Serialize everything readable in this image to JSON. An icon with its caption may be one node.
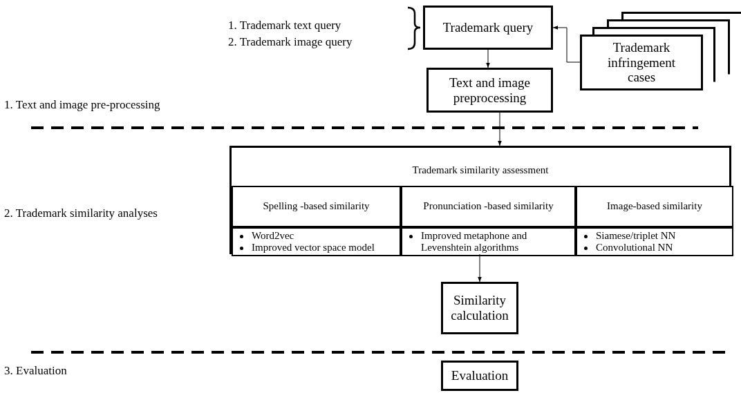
{
  "diagram": {
    "nodes": [
      {
        "text": [
          "Trademark query"
        ]
      },
      {
        "text": [
          "Trademark infringement cases"
        ]
      },
      {
        "text": [
          "Text and image preprocessing"
        ]
      },
      {
        "text": [
          "Trademark similarity assessment"
        ]
      },
      {
        "text": [
          "Spelling -based similarity"
        ],
        "in": 3
      },
      {
        "text": [
          "Pronunciation -based similarity"
        ],
        "in": 3
      },
      {
        "text": [
          "Image-based similarity"
        ],
        "in": 3
      },
      {
        "text": [
          "Word2vec",
          "Improved vector space model"
        ],
        "in": 3
      },
      {
        "text": [
          "Improved metaphone and Levenshtein algorithms"
        ],
        "in": 3
      },
      {
        "text": [
          "Siamese/triplet NN",
          "Convolutional NN"
        ],
        "in": 3
      },
      {
        "text": [
          "Similarity calculation"
        ]
      },
      {
        "text": [
          "Evaluation"
        ]
      }
    ],
    "edges": [
      {
        "from": 0,
        "to": 2,
        "arrow": "to"
      },
      {
        "from": 1,
        "to": 0,
        "arrow": "to"
      },
      {
        "from": 2,
        "to": 3,
        "arrow": "to"
      },
      {
        "from": 3,
        "to": 10,
        "arrow": "to"
      }
    ],
    "labels": [
      "1.  Trademark text query",
      "2.  Trademark image query",
      "1. Text and image pre-processing",
      "2. Trademark similarity analyses",
      "3. Evaluation"
    ]
  }
}
